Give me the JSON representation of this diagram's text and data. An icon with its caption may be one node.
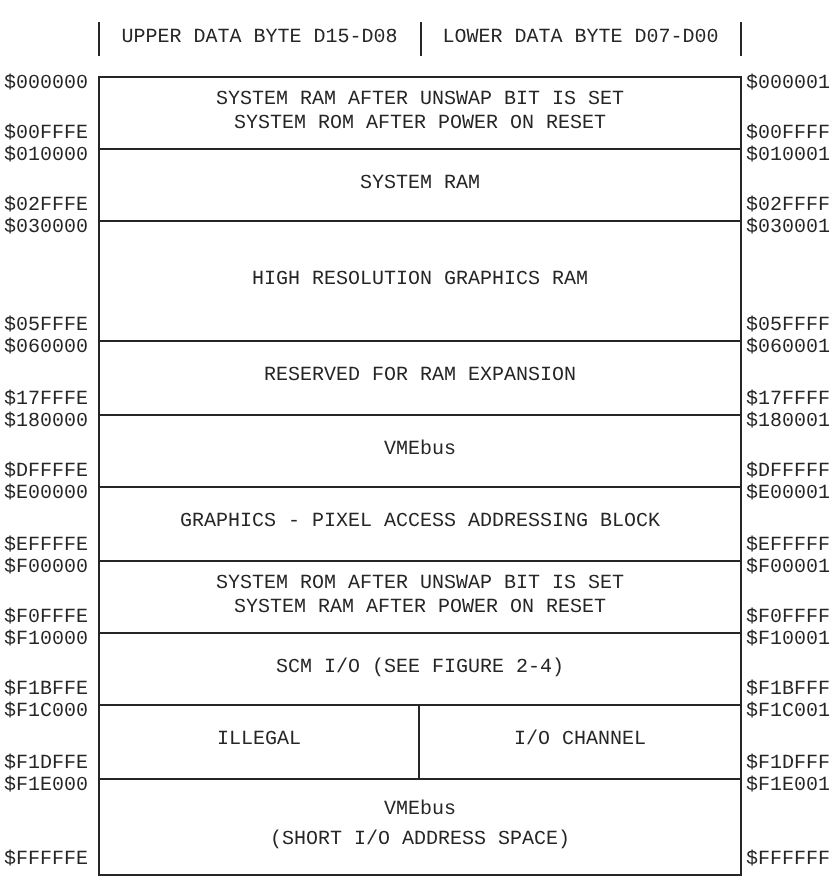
{
  "diagram": {
    "nodes": [
      {
        "text": [
          "SYSTEM RAM AFTER UNSWAP BIT IS SET",
          "SYSTEM ROM AFTER POWER ON RESET"
        ],
        "beside": [
          "$000000",
          "$000001",
          "$00FFFE",
          "$00FFFF"
        ]
      },
      {
        "text": [
          "SYSTEM RAM"
        ],
        "beside": [
          "$010000",
          "$010001",
          "$02FFFE",
          "$02FFFF"
        ]
      },
      {
        "text": [
          "HIGH RESOLUTION GRAPHICS RAM"
        ],
        "beside": [
          "$030000",
          "$030001",
          "$05FFFE",
          "$05FFFF"
        ]
      },
      {
        "text": [
          "RESERVED FOR RAM EXPANSION"
        ],
        "beside": [
          "$060000",
          "$060001",
          "$17FFFE",
          "$17FFFF"
        ]
      },
      {
        "text": [
          "VMEbus"
        ],
        "beside": [
          "$180000",
          "$180001",
          "$DFFFFE",
          "$DFFFFF"
        ]
      },
      {
        "text": [
          "GRAPHICS - PIXEL ACCESS ADDRESSING BLOCK"
        ],
        "beside": [
          "$E00000",
          "$E00001",
          "$EFFFFE",
          "$EFFFFF"
        ]
      },
      {
        "text": [
          "SYSTEM ROM AFTER UNSWAP BIT IS SET",
          "SYSTEM RAM AFTER POWER ON RESET"
        ],
        "beside": [
          "$F00000",
          "$F00001",
          "$F0FFFE",
          "$F0FFFF"
        ]
      },
      {
        "text": [
          "SCM I/O (SEE FIGURE 2-4)"
        ],
        "beside": [
          "$F10000",
          "$F10001",
          "$F1BFFE",
          "$F1BFFF"
        ]
      },
      {
        "text": [],
        "shape": "box",
        "beside": [
          "$F1C000",
          "$F1C001",
          "$F1DFFE",
          "$F1DFFF"
        ]
      },
      {
        "text": [
          "ILLEGAL"
        ],
        "in": 8
      },
      {
        "text": [
          "I/O CHANNEL"
        ],
        "in": 8
      },
      {
        "text": [
          "VMEbus",
          "(SHORT I/O ADDRESS SPACE)"
        ],
        "beside": [
          "$F1E000",
          "$F1E001",
          "$FFFFFE",
          "$FFFFFF"
        ]
      }
    ],
    "labels": [
      "UPPER DATA BYTE D15-D08",
      "LOWER DATA BYTE D07-D00"
    ]
  }
}
